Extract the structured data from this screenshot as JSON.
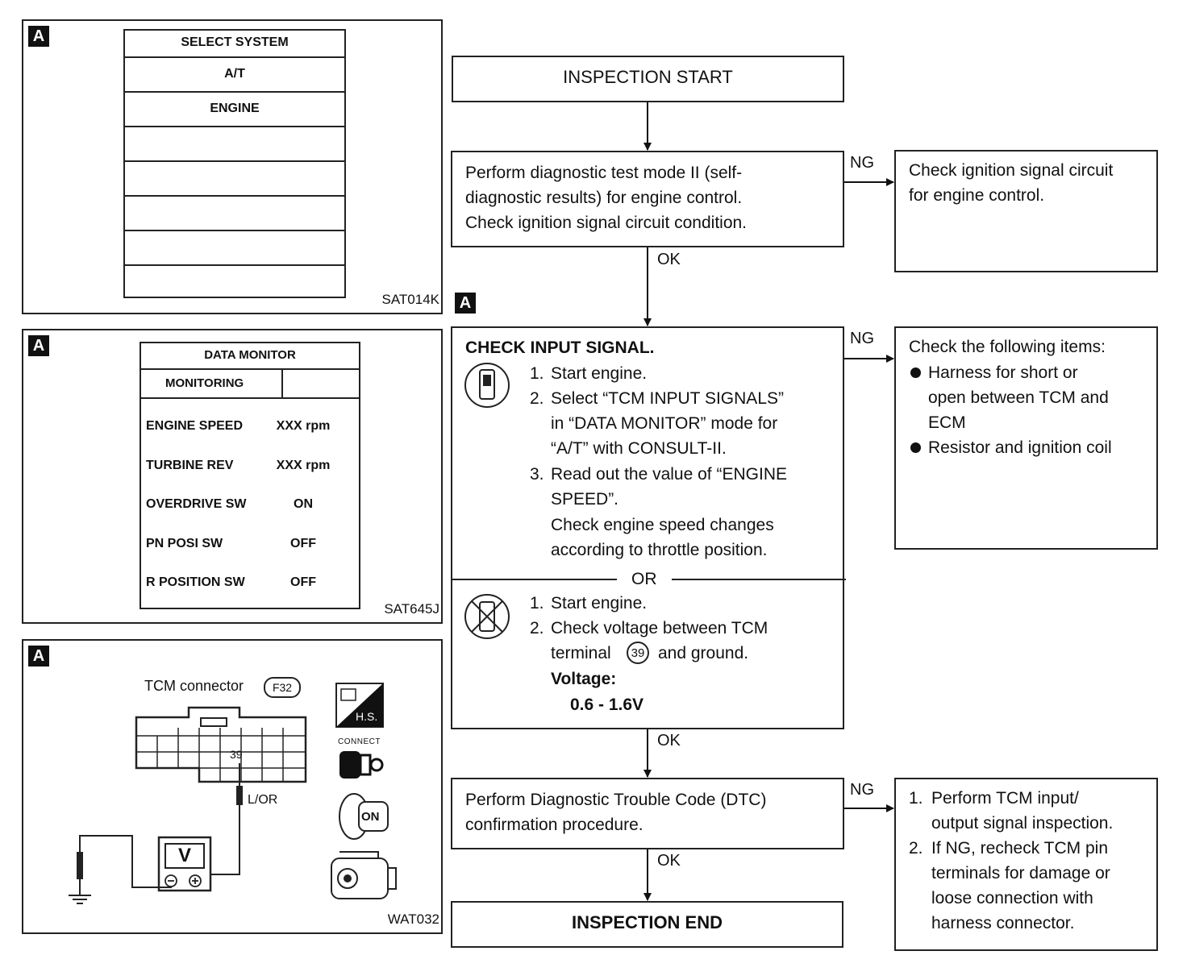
{
  "panels": {
    "select_system": {
      "tag": "A",
      "code": "SAT014K",
      "title": "SELECT SYSTEM",
      "rows": [
        "A/T",
        "ENGINE",
        "",
        "",
        "",
        ""
      ]
    },
    "data_monitor": {
      "tag": "A",
      "code": "SAT645J",
      "title": "DATA MONITOR",
      "subtitle": "MONITORING",
      "items": [
        {
          "label": "ENGINE SPEED",
          "value": "XXX rpm"
        },
        {
          "label": "TURBINE REV",
          "value": "XXX rpm"
        },
        {
          "label": "OVERDRIVE SW",
          "value": "ON"
        },
        {
          "label": "PN POSI SW",
          "value": "OFF"
        },
        {
          "label": "R POSITION SW",
          "value": "OFF"
        }
      ]
    },
    "connector": {
      "tag": "A",
      "code": "WAT032",
      "title": "TCM connector",
      "connector_id": "F32",
      "terminal": "39",
      "wire": "L/OR",
      "meter": "V",
      "hs_label": "H.S.",
      "connect_label": "CONNECT",
      "on_label": "ON"
    }
  },
  "flow": {
    "start": "INSPECTION START",
    "step1": [
      "Perform diagnostic test mode II (self-",
      "diagnostic results) for engine control.",
      "Check ignition signal circuit condition."
    ],
    "step1_ng": [
      "Check ignition signal circuit",
      "for engine control."
    ],
    "step2_tag": "A",
    "step2_title": "CHECK INPUT SIGNAL.",
    "step2_consult": [
      {
        "num": "1.",
        "text": "Start engine."
      },
      {
        "num": "2.",
        "text": "Select “TCM INPUT SIGNALS”"
      },
      {
        "num": "",
        "text": "in “DATA MONITOR” mode for"
      },
      {
        "num": "",
        "text": "“A/T” with CONSULT-II."
      },
      {
        "num": "3.",
        "text": "Read out the value of “ENGINE"
      },
      {
        "num": "",
        "text": "SPEED”."
      },
      {
        "num": "",
        "text": "Check engine speed changes"
      },
      {
        "num": "",
        "text": "according to throttle position."
      }
    ],
    "or": "OR",
    "step2_manual": [
      {
        "num": "1.",
        "text": "Start engine."
      },
      {
        "num": "2.",
        "text": "Check voltage between TCM"
      }
    ],
    "terminal_pre": "terminal",
    "terminal_num": "39",
    "terminal_post": "and ground.",
    "voltage_label": "Voltage:",
    "voltage_value": "0.6 - 1.6V",
    "step2_ng_title": "Check the following items:",
    "step2_ng_items": [
      [
        "Harness for short or",
        "open between TCM and",
        "ECM"
      ],
      [
        "Resistor and ignition coil"
      ]
    ],
    "step3": [
      "Perform Diagnostic Trouble Code (DTC)",
      "confirmation procedure."
    ],
    "step3_ng": [
      {
        "num": "1.",
        "text": "Perform TCM input/"
      },
      {
        "num": "",
        "text": "output signal inspection."
      },
      {
        "num": "2.",
        "text": "If NG, recheck TCM pin"
      },
      {
        "num": "",
        "text": "terminals for damage or"
      },
      {
        "num": "",
        "text": "loose connection with"
      },
      {
        "num": "",
        "text": "harness connector."
      }
    ],
    "end": "INSPECTION END",
    "ng": "NG",
    "ok": "OK"
  }
}
